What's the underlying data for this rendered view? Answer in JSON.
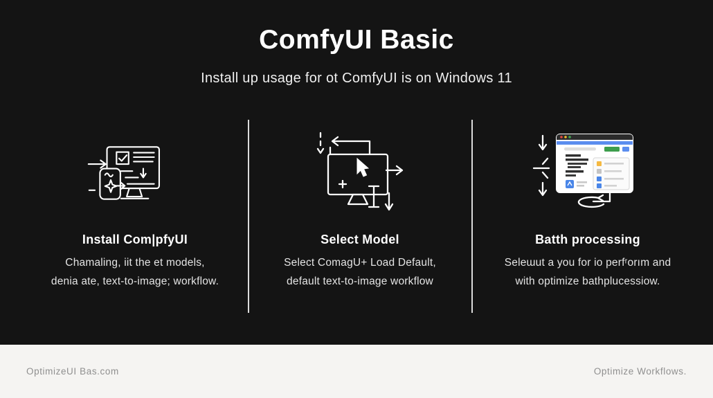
{
  "slide": {
    "title": "ComfyUI Basic",
    "subtitle": "Install up usage for ot ComfyUI is on Windows 11"
  },
  "columns": [
    {
      "icon": "install-monitor-icon",
      "heading": "Install Com|pfyUI",
      "line1": "Chamaling, iit the et models,",
      "line2": "denia ate, text-to-image; workflow."
    },
    {
      "icon": "select-model-monitor-icon",
      "heading": "Select Model",
      "line1": "Select ComagU+ Load Default,",
      "line2": "default text-to-image workflow"
    },
    {
      "icon": "batch-browser-window-icon",
      "heading": "Batth processing",
      "line1": "Seleɯut a you for io perfʳorım and",
      "line2": "with optimize bathplucessiow."
    }
  ],
  "footer": {
    "left": "OptimizeUI Bas.com",
    "right": "Optimize Workflows."
  },
  "colors": {
    "background": "#141414",
    "text_primary": "#ffffff",
    "text_body": "#e4e4e4",
    "divider": "#dcdcdc",
    "footer_background": "#f5f4f2",
    "footer_text": "#8f8f8f",
    "browser_blue_strip": "#5b8def",
    "browser_green_button": "#3d9e4d",
    "browser_blue_button": "#5b8def",
    "dot_red": "#e5493f",
    "dot_yellow": "#f5b92a",
    "dot_green": "#3faa4f",
    "list_yellow": "#f5b942",
    "list_gray": "#c4c4c4",
    "list_blue": "#4a86e8"
  }
}
